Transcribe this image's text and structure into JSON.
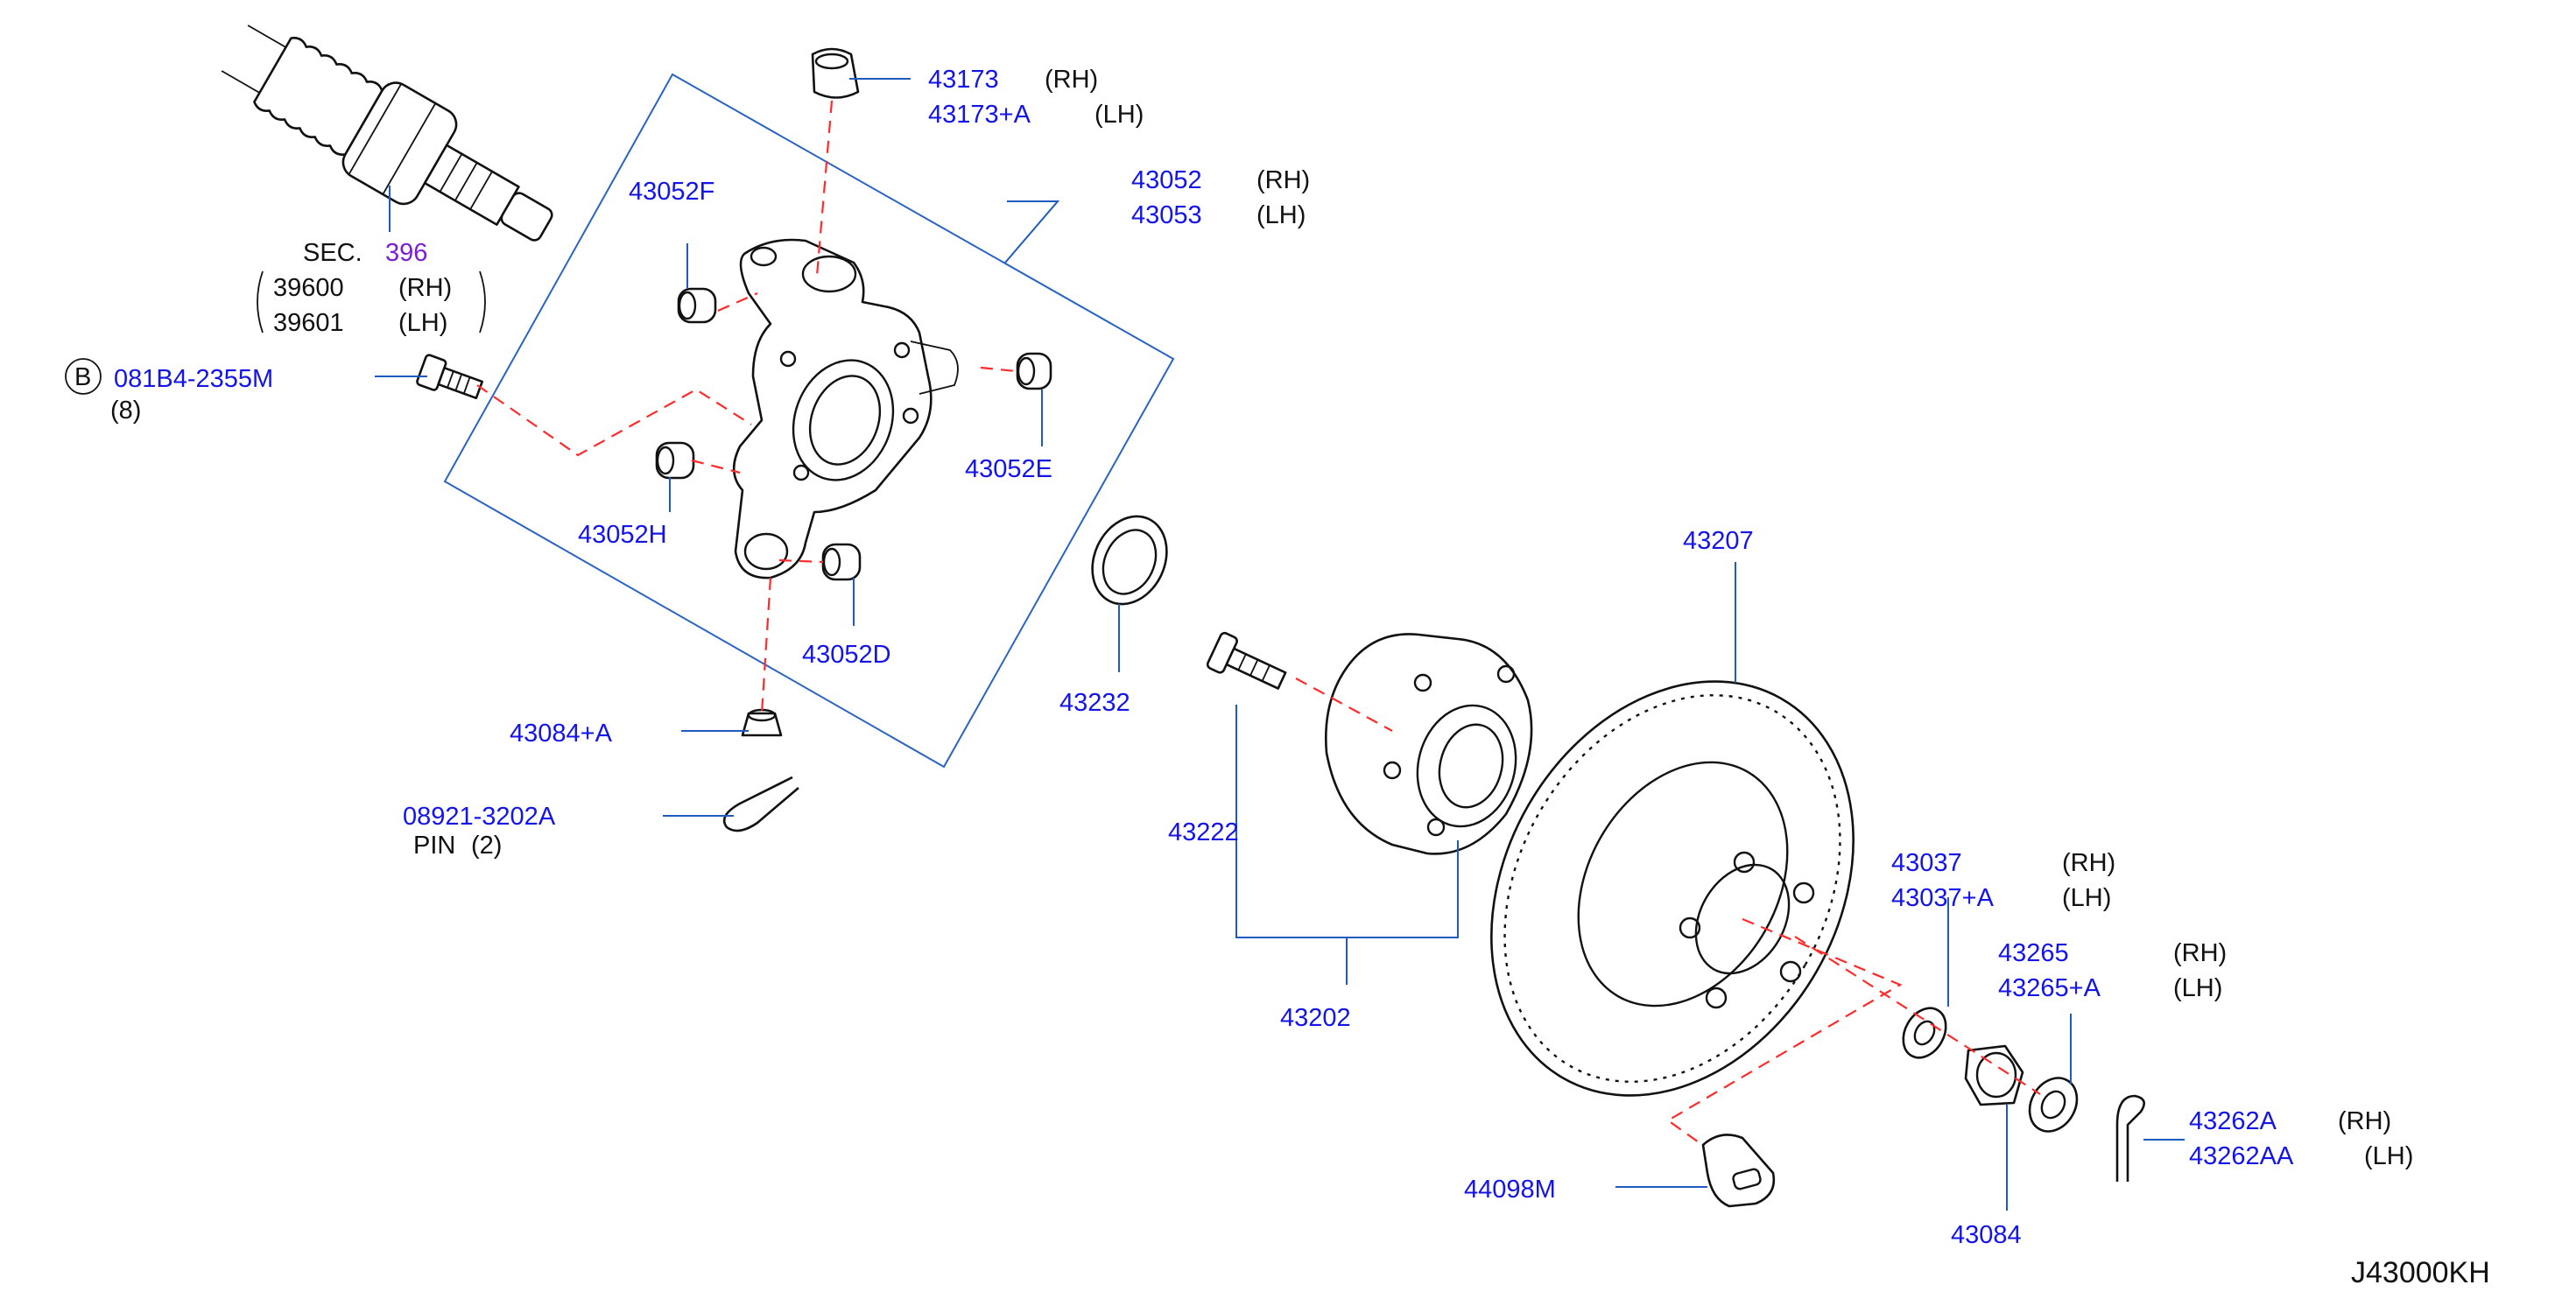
{
  "diagram_code": "J43000KH",
  "sec": {
    "label": "SEC.",
    "number": "396"
  },
  "callouts": {
    "driveshaft": [
      {
        "pn": "39600",
        "side": "(RH)"
      },
      {
        "pn": "39601",
        "side": "(LH)"
      }
    ],
    "bolt_b": {
      "marker": "B",
      "pn": "081B4-2355M",
      "qty": "(8)"
    },
    "cap": [
      {
        "pn": "43173",
        "side": "(RH)"
      },
      {
        "pn": "43173+A",
        "side": "(LH)"
      }
    ],
    "knuckle": [
      {
        "pn": "43052",
        "side": "(RH)"
      },
      {
        "pn": "43053",
        "side": "(LH)"
      }
    ],
    "bush_f": "43052F",
    "bush_e": "43052E",
    "bush_h": "43052H",
    "bush_d": "43052D",
    "nut_knuckle": "43084+A",
    "pin": {
      "pn": "08921-3202A",
      "label": "PIN",
      "qty": "(2)"
    },
    "seal": "43232",
    "hub_bolt": "43222",
    "hub_assy": "43202",
    "rotor": "43207",
    "washer": [
      {
        "pn": "43037",
        "side": "(RH)"
      },
      {
        "pn": "43037+A",
        "side": "(LH)"
      }
    ],
    "lock_cap": [
      {
        "pn": "43265",
        "side": "(RH)"
      },
      {
        "pn": "43265+A",
        "side": "(LH)"
      }
    ],
    "cotter": [
      {
        "pn": "43262A",
        "side": "(RH)"
      },
      {
        "pn": "43262AA",
        "side": "(LH)"
      }
    ],
    "hub_nut": "43084",
    "plug": "44098M"
  },
  "colors": {
    "part_number": "#1414e6",
    "section_ref": "#7a1fd1",
    "leader": "#1f5bbf",
    "center_line": "#ff2b2b",
    "outline": "#111111"
  }
}
